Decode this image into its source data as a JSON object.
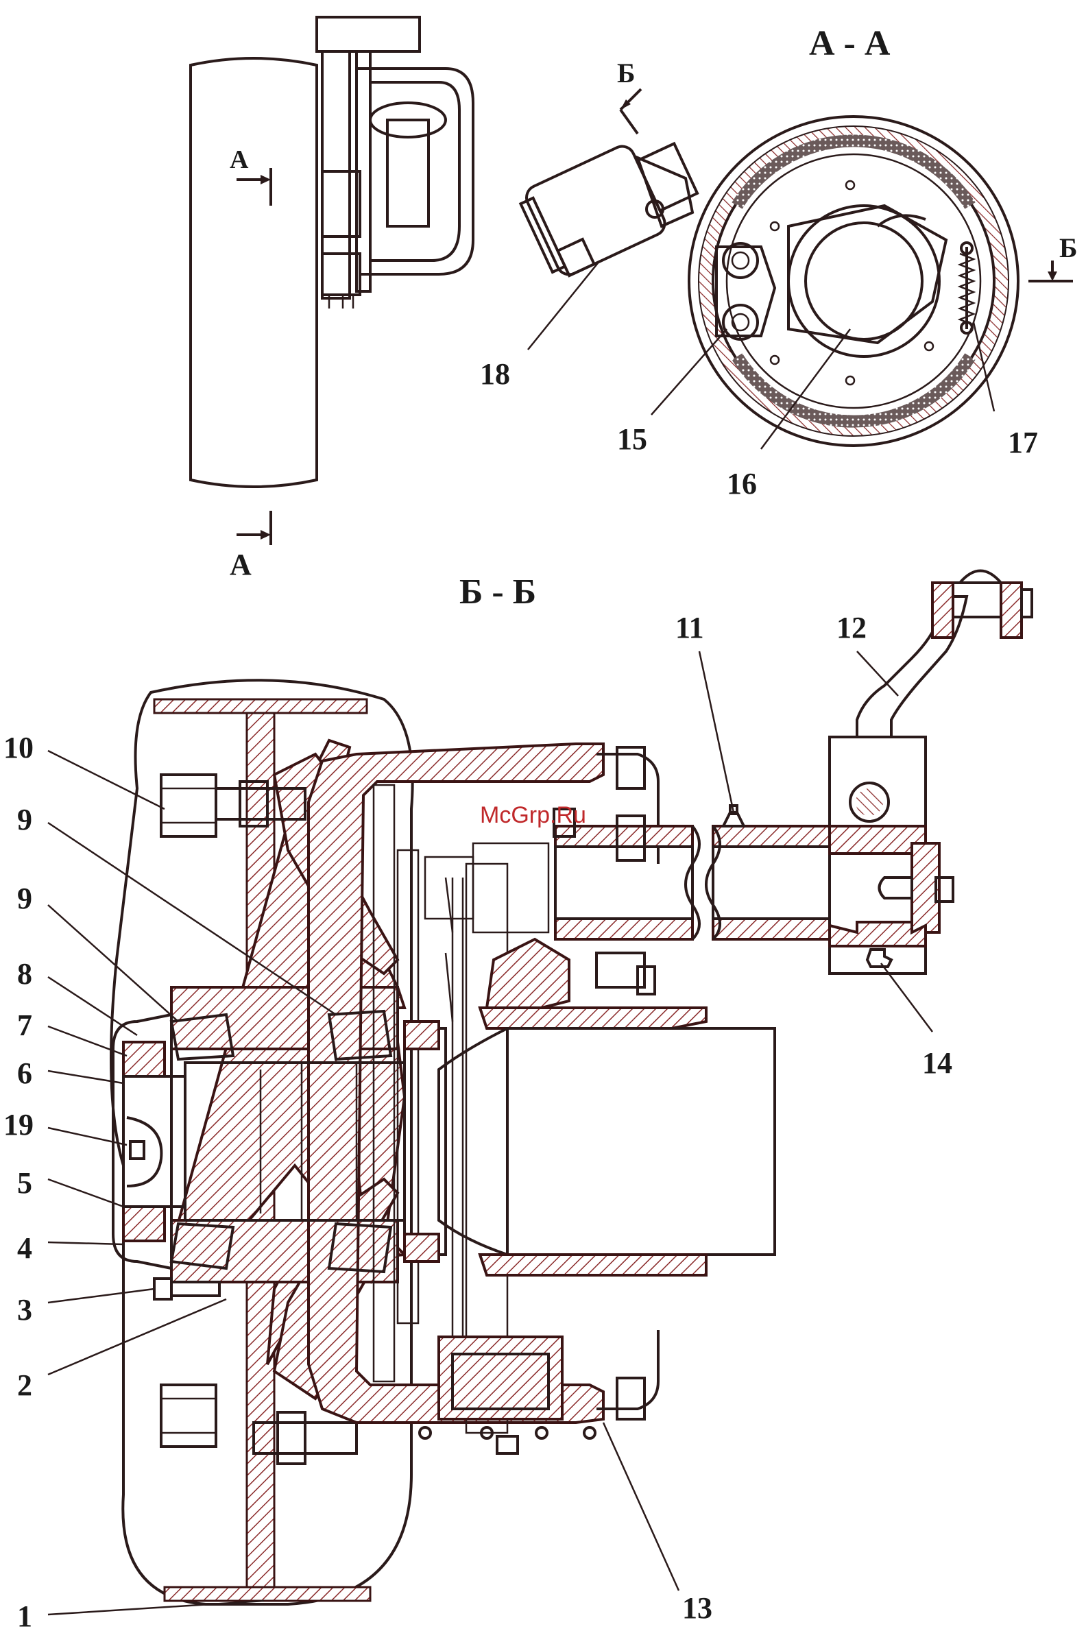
{
  "views": {
    "section_aa_title": "А - А",
    "section_bb_title": "Б - Б",
    "cut_a_top": "А",
    "cut_a_bottom": "А",
    "cut_b_left": "Б",
    "cut_b_right": "Б"
  },
  "watermark": "McGrp.Ru",
  "callouts": [
    "1",
    "2",
    "3",
    "4",
    "5",
    "6",
    "7",
    "8",
    "9",
    "9",
    "10",
    "11",
    "12",
    "13",
    "14",
    "15",
    "16",
    "17",
    "18",
    "19"
  ],
  "colors": {
    "line": "#2a1a1a",
    "hatch": "#8a2a2a",
    "watermark": "#c0282a"
  }
}
